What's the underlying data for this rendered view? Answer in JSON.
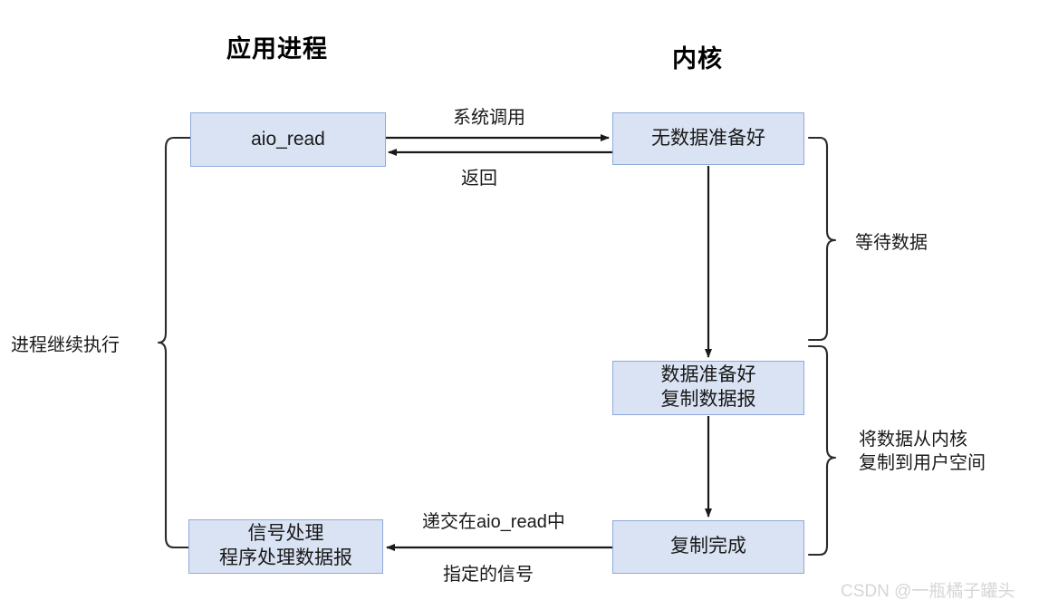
{
  "diagram": {
    "titles": {
      "left": "应用进程",
      "right": "内核"
    },
    "nodes": {
      "aio_read": {
        "label": "aio_read"
      },
      "no_data_ready": {
        "label": "无数据准备好"
      },
      "data_ready": {
        "line1": "数据准备好",
        "line2": "复制数据报"
      },
      "copy_complete": {
        "label": "复制完成"
      },
      "signal_handler": {
        "line1": "信号处理",
        "line2": "程序处理数据报"
      }
    },
    "edges": {
      "syscall": "系统调用",
      "return": "返回",
      "deliver": "递交在aio_read中",
      "signal": "指定的信号"
    },
    "braces": {
      "left": "进程继续执行",
      "right_top": "等待数据",
      "right_bottom_line1": "将数据从内核",
      "right_bottom_line2": "复制到用户空间"
    },
    "watermark": "CSDN @一瓶橘子罐头",
    "colors": {
      "node_fill": "#dae3f3",
      "node_border": "#8ea9db",
      "line": "#1a1a1a",
      "text": "#1a1a1a",
      "watermark": "#d6d6d6"
    }
  }
}
